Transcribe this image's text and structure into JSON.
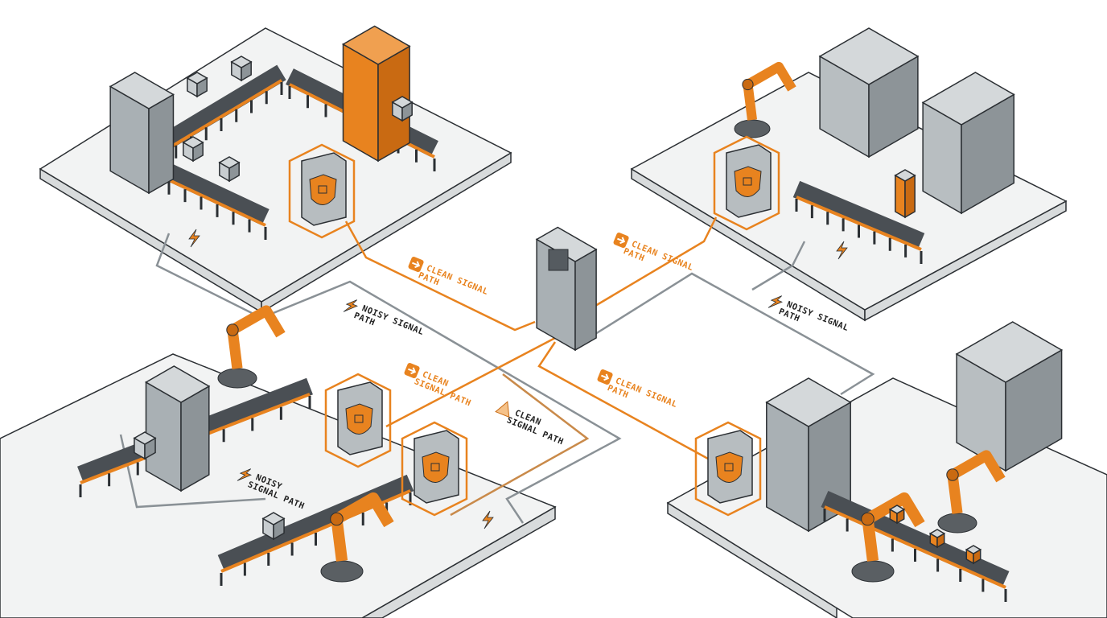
{
  "colors": {
    "accent": "#e8831f",
    "machine": "#a9b0b4",
    "dark": "#2b2f33",
    "platform": "#f2f3f3",
    "noisy_wire": "#8a9196"
  },
  "labels": [
    {
      "line1": "CLEAN SIGNAL",
      "line2": "PATH",
      "kind": "clean",
      "icon": "arrow-right-icon"
    },
    {
      "line1": "CLEAN SIGNAL",
      "line2": "PATH",
      "kind": "clean",
      "icon": "arrow-right-icon"
    },
    {
      "line1": "NOISY SIGNAL",
      "line2": "PATH",
      "kind": "noisy",
      "icon": "lightning-bolt-icon"
    },
    {
      "line1": "NOISY SIGNAL",
      "line2": "PATH",
      "kind": "noisy",
      "icon": "lightning-bolt-icon"
    },
    {
      "line1": "CLEAN",
      "line2": "SIGNAL PATH",
      "kind": "clean",
      "icon": "arrow-right-icon"
    },
    {
      "line1": "CLEAN SIGNAL",
      "line2": "PATH",
      "kind": "clean",
      "icon": "arrow-right-icon"
    },
    {
      "line1": "CLEAN",
      "line2": "SIGNAL PATH",
      "kind": "noisy",
      "icon": "warning-icon"
    },
    {
      "line1": "NOISY",
      "line2": "SIGNAL PATH",
      "kind": "noisy",
      "icon": "lightning-bolt-icon"
    }
  ],
  "icons": [
    "shield-lock-icon",
    "lightning-bolt-icon",
    "arrow-right-icon",
    "control-panel-icon",
    "robot-arm-icon",
    "conveyor-icon",
    "cnc-machine-icon",
    "worker-icon"
  ]
}
